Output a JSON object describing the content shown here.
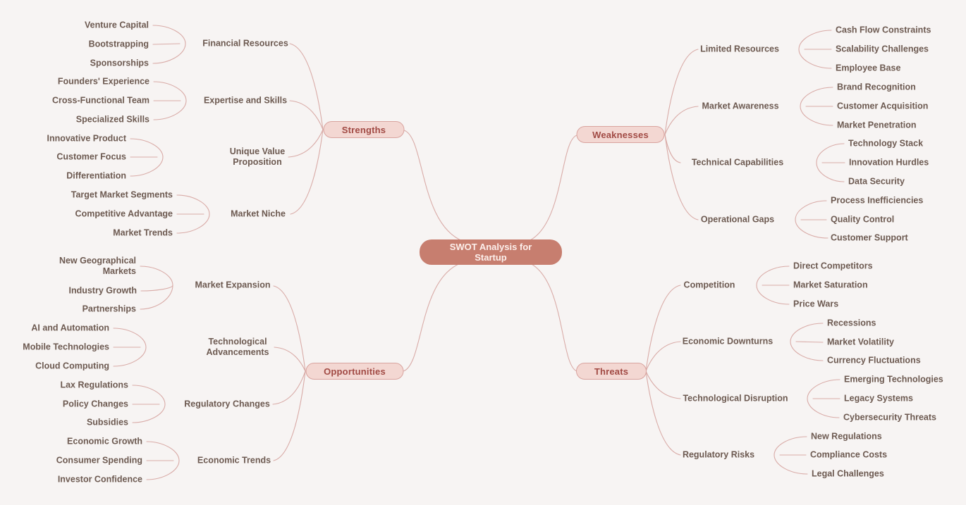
{
  "root": {
    "label": "SWOT Analysis for\nStartup"
  },
  "branches": [
    {
      "label": "Strengths",
      "children": [
        {
          "label": "Financial Resources",
          "leaves": [
            "Venture Capital",
            "Bootstrapping",
            "Sponsorships"
          ]
        },
        {
          "label": "Expertise and Skills",
          "leaves": [
            "Founders' Experience",
            "Cross-Functional Team",
            "Specialized Skills"
          ]
        },
        {
          "label": "Unique Value\nProposition",
          "leaves": [
            "Innovative Product",
            "Customer Focus",
            "Differentiation"
          ]
        },
        {
          "label": "Market Niche",
          "leaves": [
            "Target Market Segments",
            "Competitive Advantage",
            "Market Trends"
          ]
        }
      ]
    },
    {
      "label": "Weaknesses",
      "children": [
        {
          "label": "Limited Resources",
          "leaves": [
            "Cash Flow Constraints",
            "Scalability Challenges",
            "Employee Base"
          ]
        },
        {
          "label": "Market Awareness",
          "leaves": [
            "Brand Recognition",
            "Customer Acquisition",
            "Market Penetration"
          ]
        },
        {
          "label": "Technical Capabilities",
          "leaves": [
            "Technology Stack",
            "Innovation Hurdles",
            "Data Security"
          ]
        },
        {
          "label": "Operational Gaps",
          "leaves": [
            "Process Inefficiencies",
            "Quality Control",
            "Customer Support"
          ]
        }
      ]
    },
    {
      "label": "Opportunities",
      "children": [
        {
          "label": "Market Expansion",
          "leaves": [
            "New Geographical\nMarkets",
            "Industry Growth",
            "Partnerships"
          ]
        },
        {
          "label": "Technological\nAdvancements",
          "leaves": [
            "AI and Automation",
            "Mobile Technologies",
            "Cloud Computing"
          ]
        },
        {
          "label": "Regulatory Changes",
          "leaves": [
            "Lax Regulations",
            "Policy Changes",
            "Subsidies"
          ]
        },
        {
          "label": "Economic Trends",
          "leaves": [
            "Economic Growth",
            "Consumer Spending",
            "Investor Confidence"
          ]
        }
      ]
    },
    {
      "label": "Threats",
      "children": [
        {
          "label": "Competition",
          "leaves": [
            "Direct Competitors",
            "Market Saturation",
            "Price Wars"
          ]
        },
        {
          "label": "Economic Downturns",
          "leaves": [
            "Recessions",
            "Market Volatility",
            "Currency Fluctuations"
          ]
        },
        {
          "label": "Technological Disruption",
          "leaves": [
            "Emerging Technologies",
            "Legacy Systems",
            "Cybersecurity Threats"
          ]
        },
        {
          "label": "Regulatory Risks",
          "leaves": [
            "New Regulations",
            "Compliance Costs",
            "Legal Challenges"
          ]
        }
      ]
    }
  ],
  "colors": {
    "background": "#f7f4f3",
    "connector": "#d9aba7",
    "center_fill": "#c77e6f",
    "center_text": "#fdf0ec",
    "branch_fill": "#f3d7d2",
    "branch_border": "#d9a39e",
    "branch_text": "#a14a44",
    "node_text": "#6d5a51"
  }
}
